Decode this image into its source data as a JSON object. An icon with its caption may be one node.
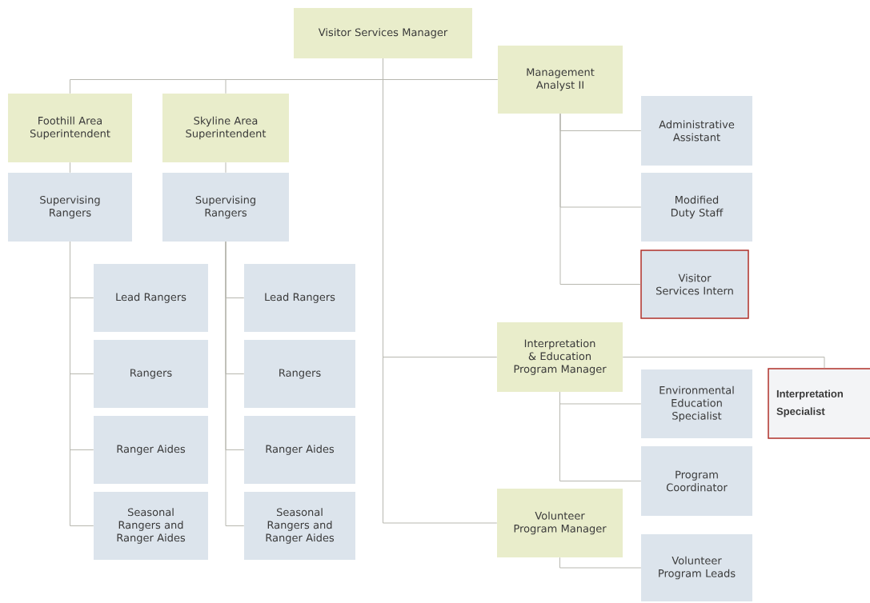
{
  "diagram": {
    "nodes": [
      {
        "text": [
          "Visitor Services Manager"
        ]
      },
      {
        "text": [
          "Management Analyst II"
        ]
      },
      {
        "text": [
          "Foothill Area Superintendent"
        ]
      },
      {
        "text": [
          "Skyline Area Superintendent"
        ]
      },
      {
        "text": [
          "Supervising Rangers"
        ]
      },
      {
        "text": [
          "Supervising Rangers"
        ]
      },
      {
        "text": [
          "Administrative Assistant"
        ]
      },
      {
        "text": [
          "Modified Duty Staff"
        ]
      },
      {
        "text": [
          "Visitor Services Intern"
        ]
      },
      {
        "text": [
          "Lead Rangers"
        ]
      },
      {
        "text": [
          "Lead Rangers"
        ]
      },
      {
        "text": [
          "Interpretation & Education Program Manager"
        ]
      },
      {
        "text": [
          "Interpretation Specialist"
        ]
      },
      {
        "text": [
          "Rangers"
        ]
      },
      {
        "text": [
          "Rangers"
        ]
      },
      {
        "text": [
          "Environmental Education Specialist"
        ]
      },
      {
        "text": [
          "Ranger Aides"
        ]
      },
      {
        "text": [
          "Ranger Aides"
        ]
      },
      {
        "text": [
          "Program Coordinator"
        ]
      },
      {
        "text": [
          "Volunteer Program Manager"
        ]
      },
      {
        "text": [
          "Seasonal Rangers and Ranger Aides"
        ]
      },
      {
        "text": [
          "Seasonal Rangers and Ranger Aides"
        ]
      },
      {
        "text": [
          "Volunteer Program Leads"
        ]
      }
    ],
    "edges": [
      {
        "from": 0,
        "to": 2,
        "arrow": "none"
      },
      {
        "from": 0,
        "to": 3,
        "arrow": "none"
      },
      {
        "from": 0,
        "to": 1,
        "arrow": "none"
      },
      {
        "from": 0,
        "to": 11,
        "arrow": "none"
      },
      {
        "from": 0,
        "to": 19,
        "arrow": "none"
      },
      {
        "from": 2,
        "to": 4,
        "arrow": "none"
      },
      {
        "from": 3,
        "to": 5,
        "arrow": "none"
      },
      {
        "from": 4,
        "to": 9,
        "arrow": "none"
      },
      {
        "from": 4,
        "to": 13,
        "arrow": "none"
      },
      {
        "from": 4,
        "to": 16,
        "arrow": "none"
      },
      {
        "from": 4,
        "to": 20,
        "arrow": "none"
      },
      {
        "from": 5,
        "to": 10,
        "arrow": "none"
      },
      {
        "from": 5,
        "to": 14,
        "arrow": "none"
      },
      {
        "from": 5,
        "to": 17,
        "arrow": "none"
      },
      {
        "from": 5,
        "to": 21,
        "arrow": "none"
      },
      {
        "from": 1,
        "to": 6,
        "arrow": "none"
      },
      {
        "from": 1,
        "to": 7,
        "arrow": "none"
      },
      {
        "from": 1,
        "to": 8,
        "arrow": "none"
      },
      {
        "from": 11,
        "to": 12,
        "arrow": "none"
      },
      {
        "from": 11,
        "to": 15,
        "arrow": "none"
      },
      {
        "from": 11,
        "to": 18,
        "arrow": "none"
      },
      {
        "from": 19,
        "to": 22,
        "arrow": "none"
      }
    ]
  }
}
